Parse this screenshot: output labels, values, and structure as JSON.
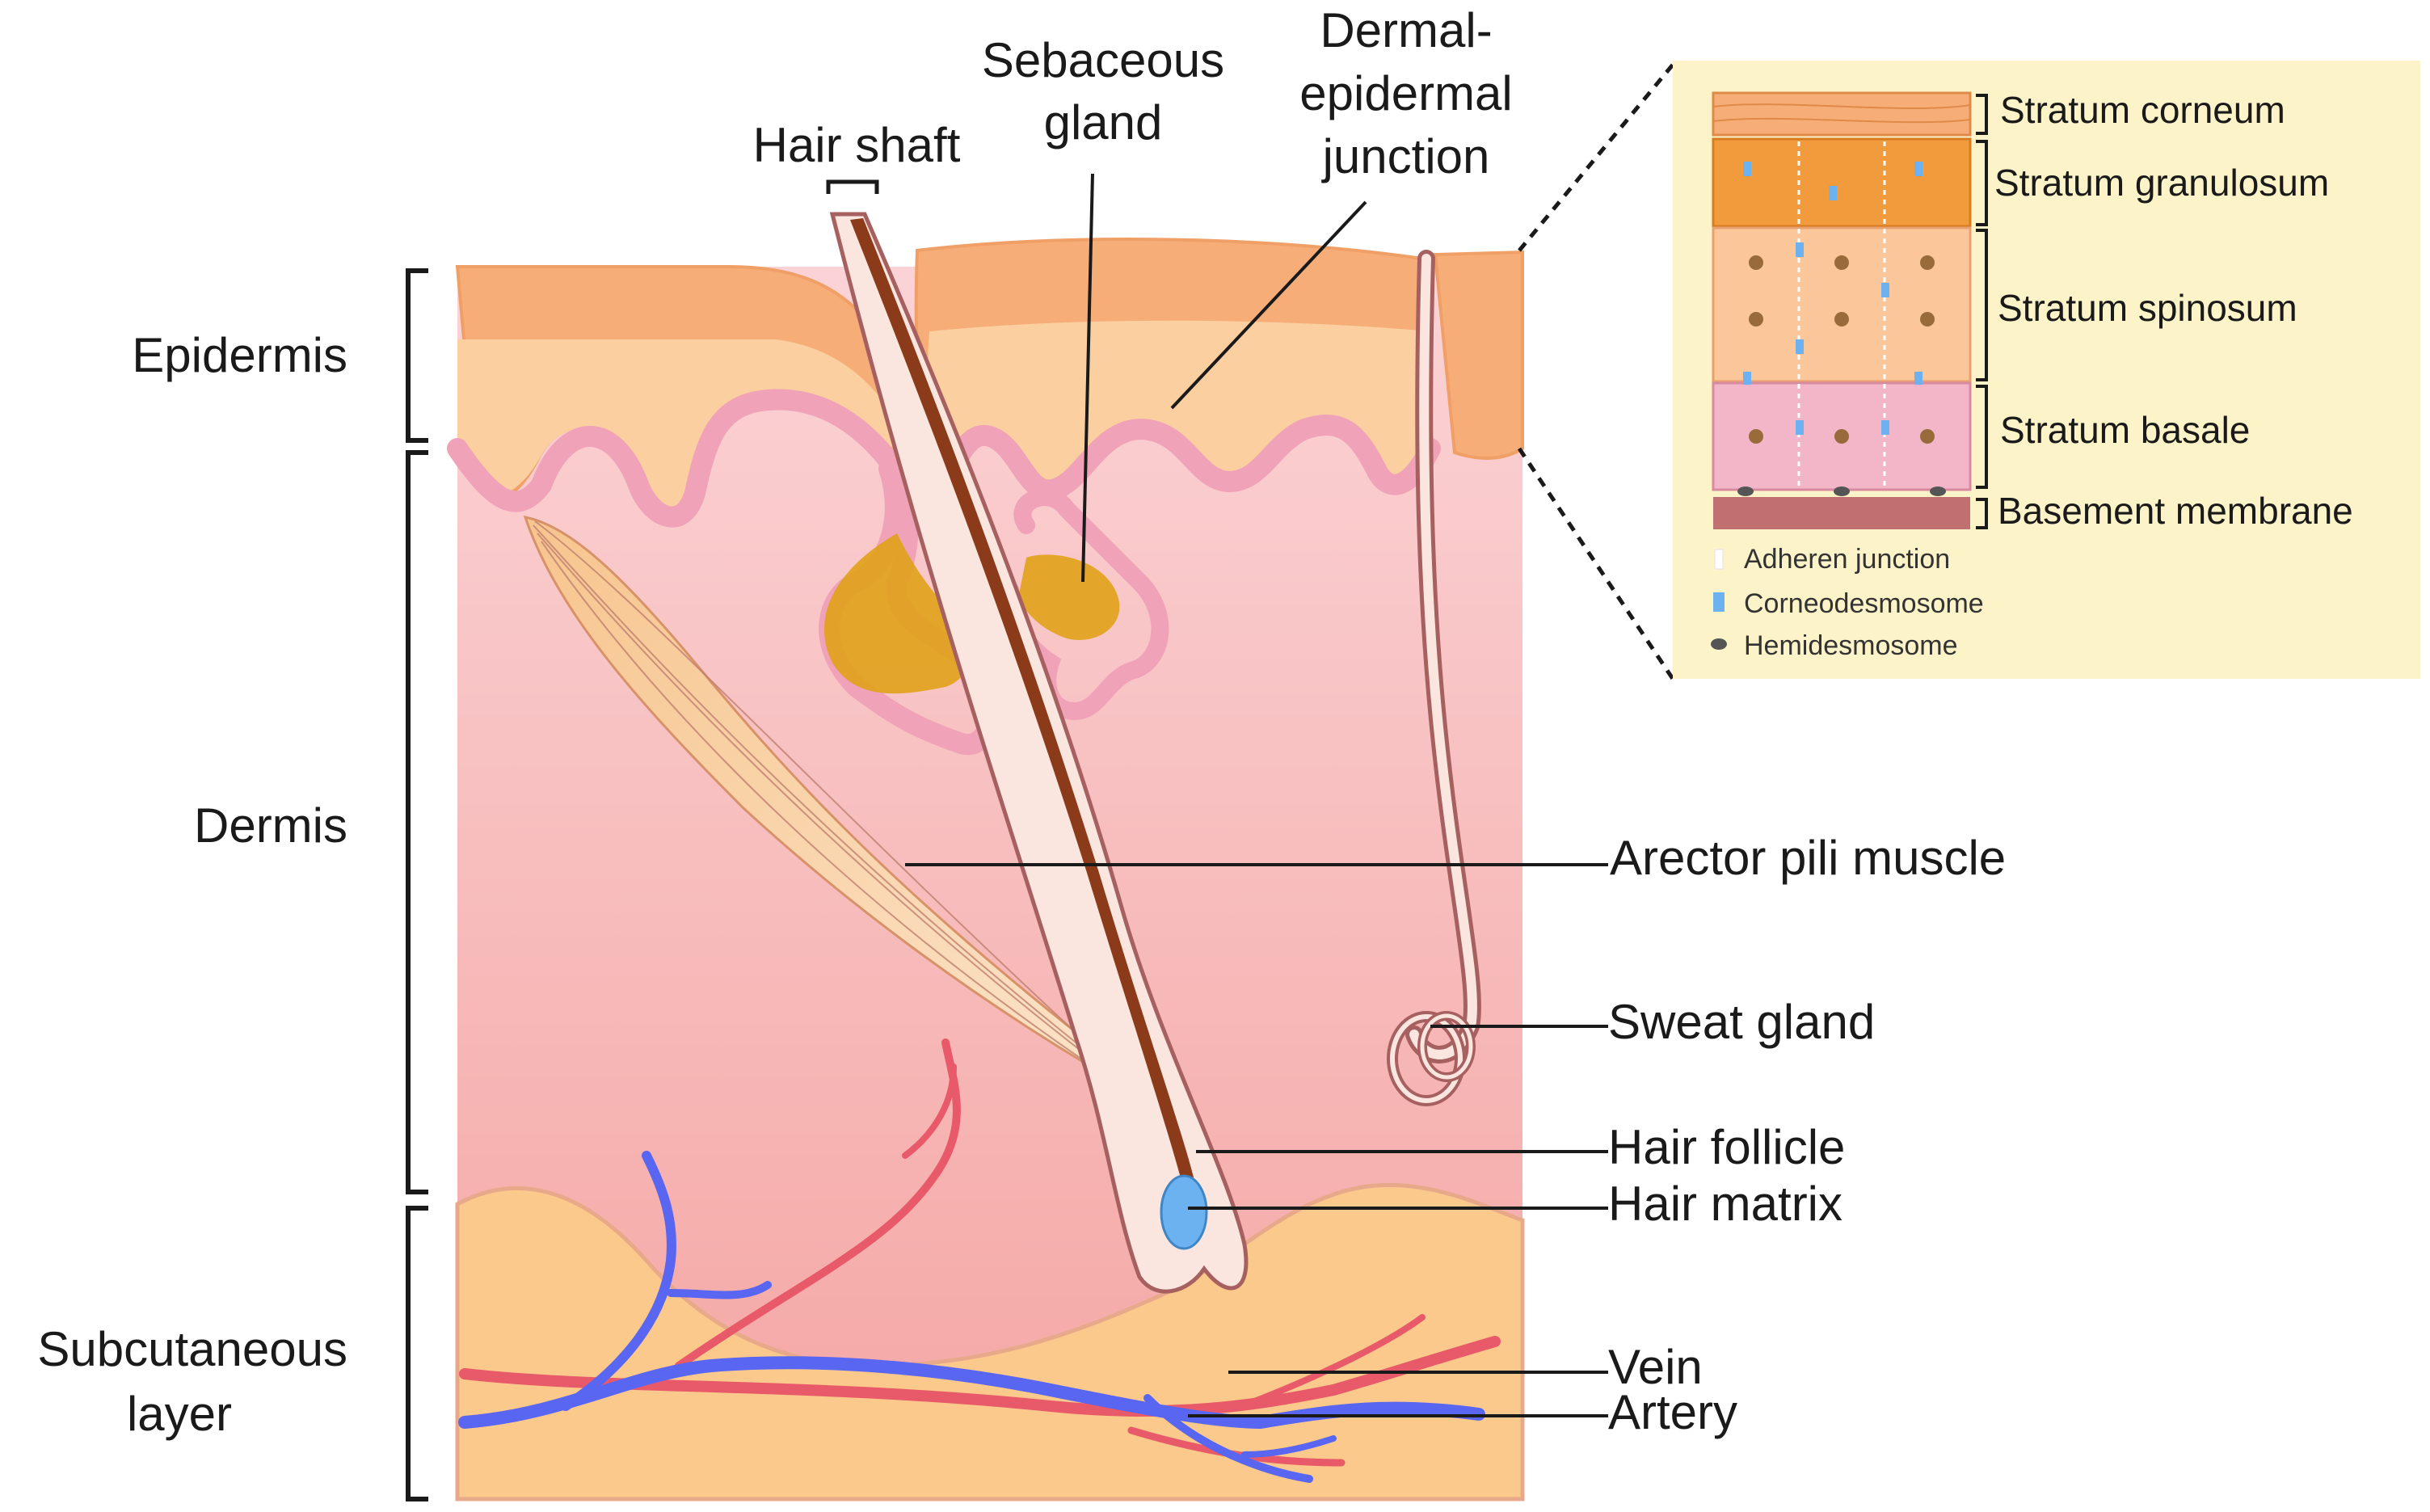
{
  "layers": {
    "epidermis": "Epidermis",
    "dermis": "Dermis",
    "subcutaneous_line1": "Subcutaneous",
    "subcutaneous_line2": "layer"
  },
  "callouts": {
    "hair_shaft": "Hair shaft",
    "sebaceous_line1": "Sebaceous",
    "sebaceous_line2": "gland",
    "dej_line1": "Dermal-",
    "dej_line2": "epidermal",
    "dej_line3": "junction",
    "arrector": "Arector pili muscle",
    "sweat_gland": "Sweat gland",
    "hair_follicle": "Hair follicle",
    "hair_matrix": "Hair matrix",
    "vein": "Vein",
    "artery": "Artery"
  },
  "inset": {
    "strata": [
      "Stratum corneum",
      "Stratum granulosum",
      "Stratum spinosum",
      "Stratum basale",
      "Basement membrane"
    ],
    "legend": [
      "Adheren junction",
      "Corneodesmosome",
      "Hemidesmosome"
    ]
  },
  "colors": {
    "epidermis": "#f6ad78",
    "dermis": "#f7b7b3",
    "subcutaneous": "#fbc98b",
    "inset_bg": "#fdf3c8",
    "vein": "#5966f2",
    "artery": "#e85a6a",
    "gland": "#e0a21a",
    "basale": "#f2b6c8",
    "basement": "#c07070",
    "corneodesmosome": "#6cb2f0"
  }
}
